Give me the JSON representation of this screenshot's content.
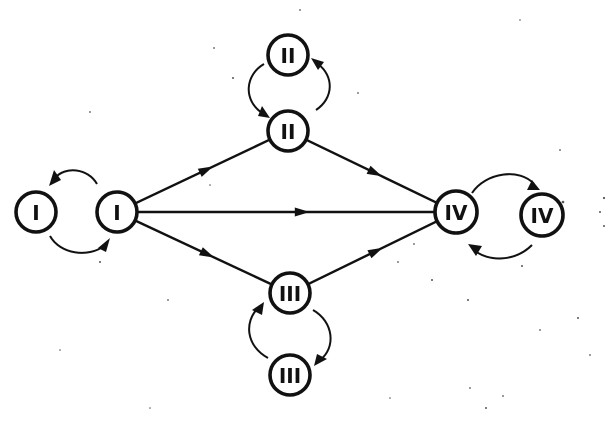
{
  "diagram": {
    "nodes": [
      {
        "id": "i-left",
        "label": "I"
      },
      {
        "id": "i-main",
        "label": "I"
      },
      {
        "id": "ii-top",
        "label": "II"
      },
      {
        "id": "ii-main",
        "label": "II"
      },
      {
        "id": "iii-main",
        "label": "III"
      },
      {
        "id": "iii-bottom",
        "label": "III"
      },
      {
        "id": "iv-main",
        "label": "IV"
      },
      {
        "id": "iv-right",
        "label": "IV"
      }
    ],
    "edges": [
      {
        "from": "i-main",
        "to": "ii-main"
      },
      {
        "from": "i-main",
        "to": "iv-main"
      },
      {
        "from": "i-main",
        "to": "iii-main"
      },
      {
        "from": "ii-main",
        "to": "iv-main"
      },
      {
        "from": "iii-main",
        "to": "iv-main"
      }
    ],
    "exchanges": [
      {
        "a": "i-left",
        "b": "i-main"
      },
      {
        "a": "ii-top",
        "b": "ii-main"
      },
      {
        "a": "iii-main",
        "b": "iii-bottom"
      },
      {
        "a": "iv-main",
        "b": "iv-right"
      }
    ],
    "colors": {
      "ink": "#111111",
      "background": "#ffffff"
    }
  }
}
